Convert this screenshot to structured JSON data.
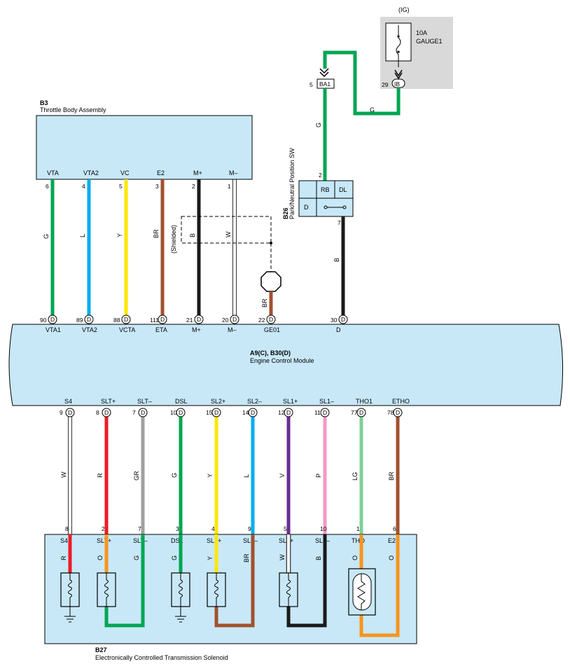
{
  "colors": {
    "G": "#00a651",
    "L": "#00aeef",
    "Y": "#ffe600",
    "BR": "#a0522d",
    "B": "#1a1a1a",
    "W": "#ffffff",
    "R": "#ed1c24",
    "GR": "#a0a0a0",
    "V": "#6a2c91",
    "P": "#f49ac2",
    "LG": "#7fcf9a",
    "O": "#f7941d",
    "box_fill": "#c8e8f8",
    "fuse_area": "#d9d9d9"
  },
  "fuse": {
    "ig_label": "(IG)",
    "rating": "10A",
    "name": "GAUGE1",
    "ib_pin": "29",
    "ib_label": "IB"
  },
  "ba1": {
    "pin": "5",
    "label": "BA1"
  },
  "g_wire_label": "G",
  "throttle": {
    "code": "B3",
    "name": "Throttle Body Assembly",
    "shielded": "(Shielded)",
    "terminals": [
      {
        "name": "VTA",
        "pin": "6",
        "wire": "G"
      },
      {
        "name": "VTA2",
        "pin": "4",
        "wire": "L"
      },
      {
        "name": "VC",
        "pin": "5",
        "wire": "Y"
      },
      {
        "name": "E2",
        "pin": "3",
        "wire": "BR"
      },
      {
        "name": "M+",
        "pin": "2",
        "wire": "B"
      },
      {
        "name": "M–",
        "pin": "1",
        "wire": "W"
      }
    ]
  },
  "pnp": {
    "code": "B26",
    "name": "Park/Neutral Position SW",
    "rb": "RB",
    "dl": "DL",
    "d": "D",
    "pin_top": "2",
    "pin_bottom": "7",
    "wire_top": "G",
    "wire_bottom": "B"
  },
  "ground_wire": "BR",
  "ecm": {
    "code": "A9(C), B30(D)",
    "name": "Engine Control Module",
    "connector": "D",
    "top_pins": [
      {
        "pin": "90",
        "name": "VTA1"
      },
      {
        "pin": "89",
        "name": "VTA2"
      },
      {
        "pin": "88",
        "name": "VCTA"
      },
      {
        "pin": "111",
        "name": "ETA"
      },
      {
        "pin": "21",
        "name": "M+"
      },
      {
        "pin": "20",
        "name": "M–"
      },
      {
        "pin": "22",
        "name": "GE01"
      },
      {
        "pin": "30",
        "name": "D"
      }
    ],
    "bottom_pins": [
      {
        "pin": "9",
        "name": "S4",
        "wire": "W"
      },
      {
        "pin": "8",
        "name": "SLT+",
        "wire": "R"
      },
      {
        "pin": "7",
        "name": "SLT–",
        "wire": "GR"
      },
      {
        "pin": "10",
        "name": "DSL",
        "wire": "G"
      },
      {
        "pin": "15",
        "name": "SL2+",
        "wire": "Y"
      },
      {
        "pin": "14",
        "name": "SL2–",
        "wire": "L"
      },
      {
        "pin": "12",
        "name": "SL1+",
        "wire": "V"
      },
      {
        "pin": "11",
        "name": "SL1–",
        "wire": "P"
      },
      {
        "pin": "77",
        "name": "THO1",
        "wire": "LG"
      },
      {
        "pin": "78",
        "name": "ETHO",
        "wire": "BR"
      }
    ]
  },
  "solenoid": {
    "code": "B27",
    "name": "Electronically Controlled Transmission Solenoid",
    "terminals": [
      {
        "pin": "8",
        "name": "S4",
        "inner": "R"
      },
      {
        "pin": "2",
        "name": "SLT+",
        "inner": "O"
      },
      {
        "pin": "7",
        "name": "SLT–",
        "inner": "G"
      },
      {
        "pin": "3",
        "name": "DSL",
        "inner": "G"
      },
      {
        "pin": "4",
        "name": "SL2+",
        "inner": "Y"
      },
      {
        "pin": "9",
        "name": "SL2–",
        "inner": "BR"
      },
      {
        "pin": "5",
        "name": "SL1+",
        "inner": "W"
      },
      {
        "pin": "10",
        "name": "SL1–",
        "inner": "B"
      },
      {
        "pin": "1",
        "name": "THO",
        "inner": "O"
      },
      {
        "pin": "6",
        "name": "E2",
        "inner": "O"
      }
    ]
  }
}
